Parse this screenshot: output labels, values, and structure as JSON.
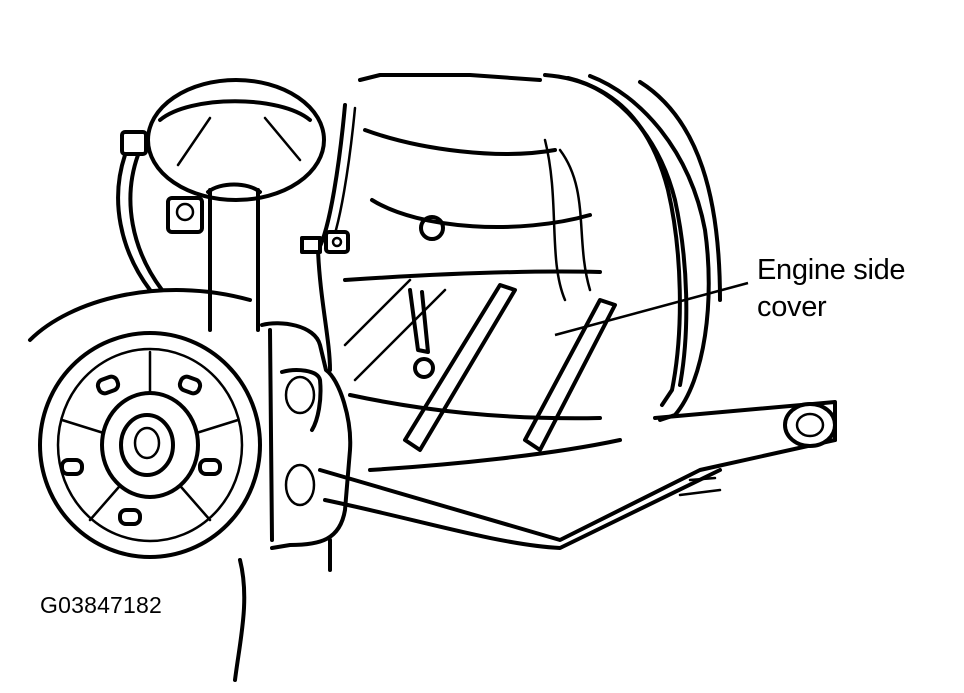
{
  "callout": {
    "line1": "Engine side",
    "line2": "cover"
  },
  "figure_id": "G03847182",
  "colors": {
    "ink": "#000000",
    "paper": "#ffffff"
  }
}
